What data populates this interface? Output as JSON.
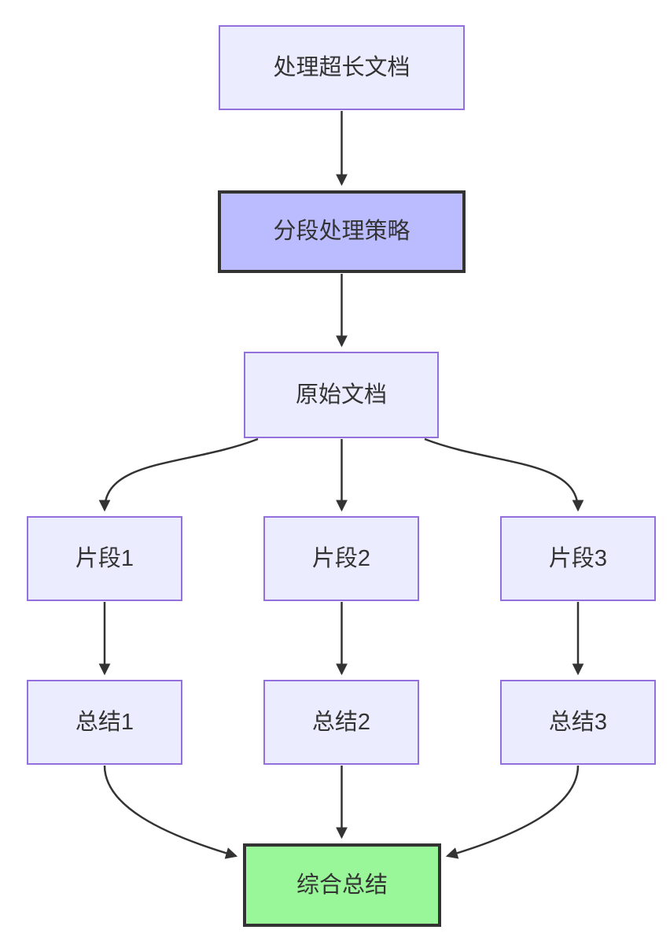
{
  "diagram": {
    "type": "flowchart",
    "direction": "top-down",
    "nodes": {
      "doc": {
        "id": "doc",
        "label": "处理超长文档",
        "style": "default"
      },
      "strategy": {
        "id": "strategy",
        "label": "分段处理策略",
        "style": "emphasis"
      },
      "original": {
        "id": "original",
        "label": "原始文档",
        "style": "default"
      },
      "seg1": {
        "id": "seg1",
        "label": "片段1",
        "style": "default"
      },
      "seg2": {
        "id": "seg2",
        "label": "片段2",
        "style": "default"
      },
      "seg3": {
        "id": "seg3",
        "label": "片段3",
        "style": "default"
      },
      "sum1": {
        "id": "sum1",
        "label": "总结1",
        "style": "default"
      },
      "sum2": {
        "id": "sum2",
        "label": "总结2",
        "style": "default"
      },
      "sum3": {
        "id": "sum3",
        "label": "总结3",
        "style": "default"
      },
      "final": {
        "id": "final",
        "label": "综合总结",
        "style": "success"
      }
    },
    "edges": [
      {
        "from": "doc",
        "to": "strategy"
      },
      {
        "from": "strategy",
        "to": "original"
      },
      {
        "from": "original",
        "to": "seg1"
      },
      {
        "from": "original",
        "to": "seg2"
      },
      {
        "from": "original",
        "to": "seg3"
      },
      {
        "from": "seg1",
        "to": "sum1"
      },
      {
        "from": "seg2",
        "to": "sum2"
      },
      {
        "from": "seg3",
        "to": "sum3"
      },
      {
        "from": "sum1",
        "to": "final"
      },
      {
        "from": "sum2",
        "to": "final"
      },
      {
        "from": "sum3",
        "to": "final"
      }
    ],
    "colors": {
      "node_fill": "#ECECFF",
      "node_border": "#9370DB",
      "emphasis_fill": "#BBBBFF",
      "emphasis_border": "#333333",
      "success_fill": "#99F799",
      "success_border": "#333333",
      "edge": "#333333",
      "text": "#333333",
      "background": "#FFFFFF"
    }
  }
}
